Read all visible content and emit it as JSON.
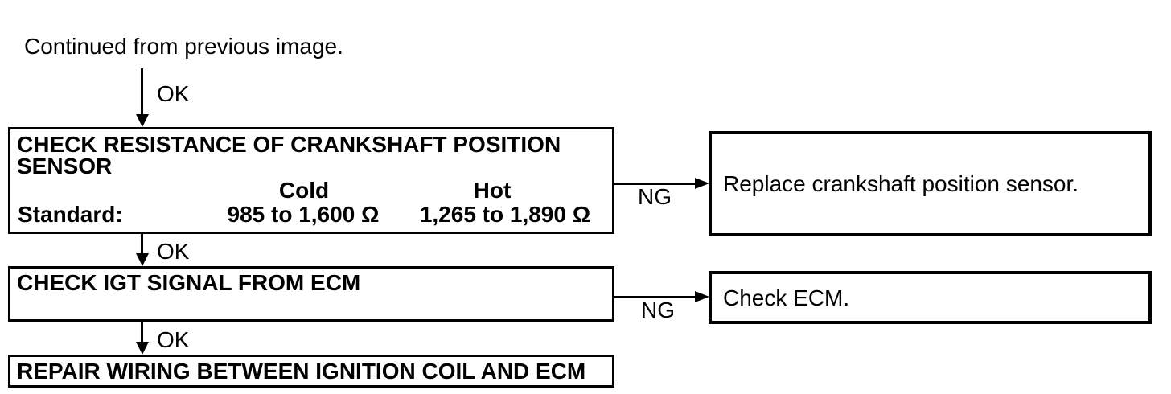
{
  "canvas": {
    "background": "#ffffff",
    "ink": "#000000"
  },
  "intro": {
    "text": "Continued from previous image."
  },
  "connectors": {
    "ok1": {
      "label": "OK"
    },
    "ok2": {
      "label": "OK"
    },
    "ok3": {
      "label": "OK"
    },
    "ng1": {
      "label": "NG"
    },
    "ng2": {
      "label": "NG"
    }
  },
  "steps": {
    "step1": {
      "title_line1": "CHECK RESISTANCE OF CRANKSHAFT POSITION",
      "title_line2": "SENSOR",
      "standard_label": "Standard:",
      "cold": {
        "header": "Cold",
        "value": "985 to 1,600 Ω"
      },
      "hot": {
        "header": "Hot",
        "value": "1,265 to 1,890 Ω"
      }
    },
    "step2": {
      "title": "CHECK IGT SIGNAL FROM ECM"
    },
    "step3": {
      "title": "REPAIR WIRING BETWEEN IGNITION COIL AND ECM"
    }
  },
  "results": {
    "replace_sensor": {
      "text": "Replace crankshaft position sensor."
    },
    "check_ecm": {
      "text": "Check ECM."
    }
  }
}
